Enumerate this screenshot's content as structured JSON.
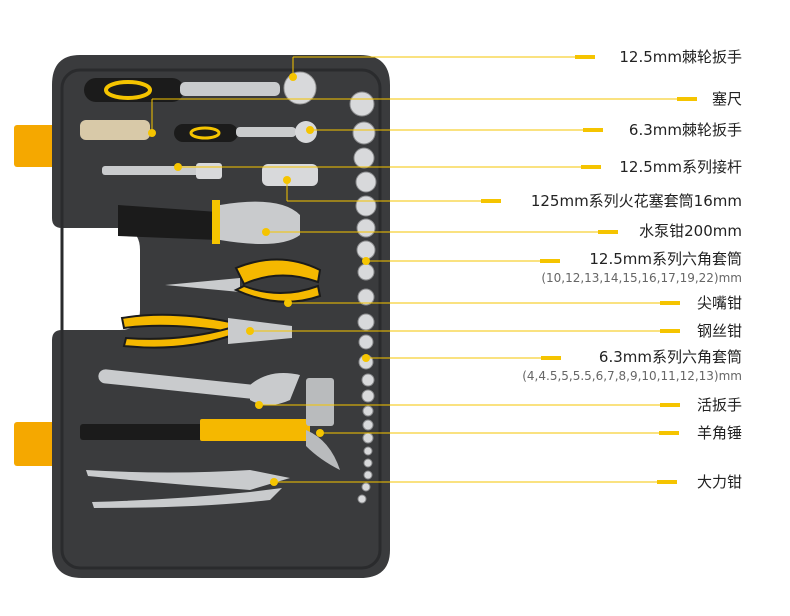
{
  "colors": {
    "accent": "#f5c400",
    "case": "#3a3b3d",
    "latch": "#f5a800"
  },
  "labels": [
    {
      "id": "ratchet-12-5",
      "text": "12.5mm棘轮扳手"
    },
    {
      "id": "feeler-gauge",
      "text": "塞尺"
    },
    {
      "id": "ratchet-6-3",
      "text": "6.3mm棘轮扳手"
    },
    {
      "id": "extension-bar",
      "text": "12.5mm系列接杆"
    },
    {
      "id": "spark-plug-socket",
      "text": "125mm系列火花塞套筒16mm"
    },
    {
      "id": "water-pump-pliers",
      "text": "水泵钳200mm"
    },
    {
      "id": "socket-12-5",
      "text": "12.5mm系列六角套筒",
      "sub": "(10,12,13,14,15,16,17,19,22)mm"
    },
    {
      "id": "long-nose-pliers",
      "text": "尖嘴钳"
    },
    {
      "id": "combination-pliers",
      "text": "钢丝钳"
    },
    {
      "id": "socket-6-3",
      "text": "6.3mm系列六角套筒",
      "sub": "(4,4.5,5,5.5,6,7,8,9,10,11,12,13)mm"
    },
    {
      "id": "adjustable-wrench",
      "text": "活扳手"
    },
    {
      "id": "claw-hammer",
      "text": "羊角锤"
    },
    {
      "id": "locking-pliers",
      "text": "大力钳"
    }
  ]
}
